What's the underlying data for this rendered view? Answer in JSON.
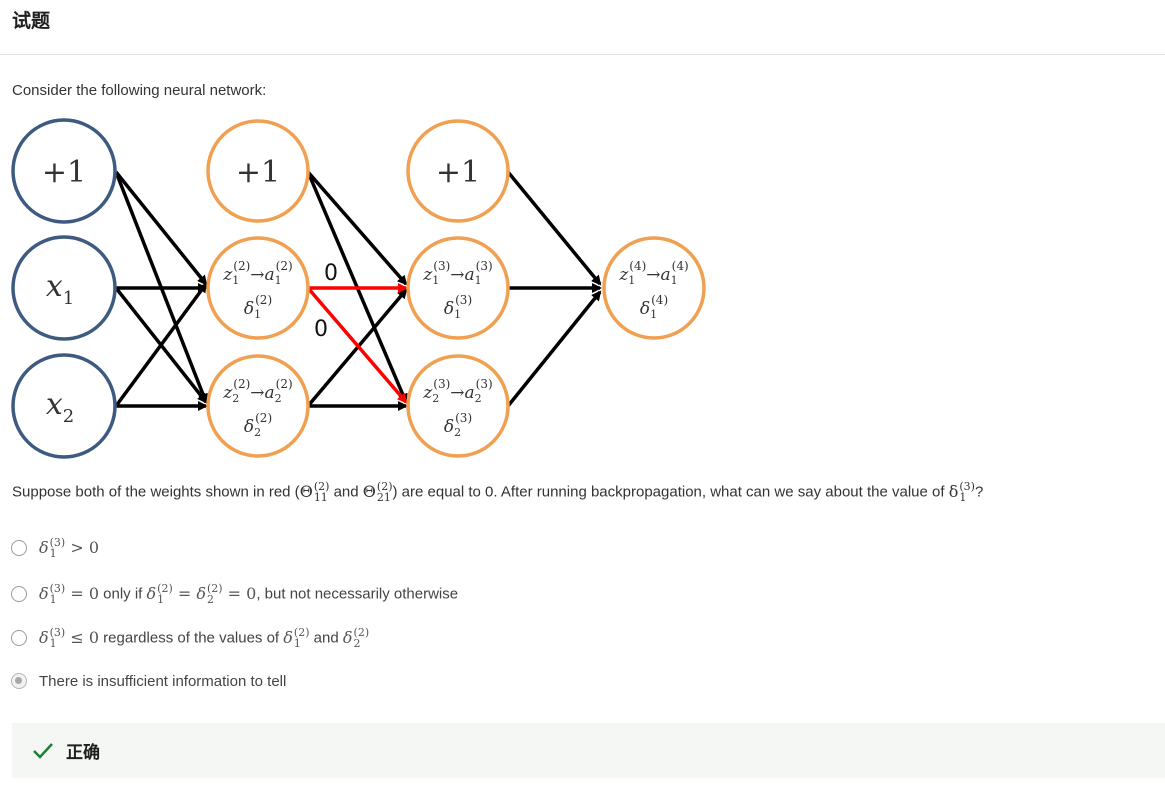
{
  "header": {
    "title": "试题"
  },
  "question": {
    "intro": "Consider the following neural network:",
    "text_before": "Suppose both of the weights shown in red (",
    "theta_a": "Θ",
    "theta_a_sup": "(2)",
    "theta_a_sub": "11",
    "and_word": " and ",
    "theta_b": "Θ",
    "theta_b_sup": "(2)",
    "theta_b_sub": "21",
    "text_after": ") are equal to 0. After running backpropagation, what can we say about the value of ",
    "delta": "δ",
    "delta_sup": "(3)",
    "delta_sub": "1",
    "question_mark": "?"
  },
  "network": {
    "bias_label": "+1",
    "input_labels": [
      "x",
      "x"
    ],
    "input_subs": [
      "1",
      "2"
    ],
    "hidden2": [
      {
        "z": "z",
        "sub": "1",
        "sup": "(2)",
        "arrow": "→",
        "a": "a",
        "d": "δ"
      },
      {
        "z": "z",
        "sub": "2",
        "sup": "(2)",
        "arrow": "→",
        "a": "a",
        "d": "δ"
      }
    ],
    "hidden3": [
      {
        "z": "z",
        "sub": "1",
        "sup": "(3)",
        "arrow": "→",
        "a": "a",
        "d": "δ"
      },
      {
        "z": "z",
        "sub": "2",
        "sup": "(3)",
        "arrow": "→",
        "a": "a",
        "d": "δ"
      }
    ],
    "output": {
      "z": "z",
      "sub": "1",
      "sup": "(4)",
      "arrow": "→",
      "a": "a",
      "d": "δ"
    },
    "red_weight_labels": [
      "0",
      "0"
    ],
    "colors": {
      "input_node": "#3d5a80",
      "hidden_node": "#f0a050",
      "edge": "#000000",
      "red_edge": "#ff0000"
    }
  },
  "options": [
    {
      "d": "δ",
      "sup": "(3)",
      "sub": "1",
      "rel": " > 0"
    },
    {
      "d": "δ",
      "sup": "(3)",
      "sub": "1",
      "rel": " = 0",
      "text1": " only if ",
      "d2": "δ",
      "sup2": "(2)",
      "sub2": "1",
      "eq": " = ",
      "d3": "δ",
      "sup3": "(2)",
      "sub3": "2",
      "eq2": " = 0",
      "text2": ", but not necessarily otherwise"
    },
    {
      "d": "δ",
      "sup": "(3)",
      "sub": "1",
      "rel": " ≤ 0",
      "text1": " regardless of the values of ",
      "d2": "δ",
      "sup2": "(2)",
      "sub2": "1",
      "and": " and ",
      "d3": "δ",
      "sup3": "(2)",
      "sub3": "2"
    },
    {
      "text": "There is insufficient information to tell",
      "selected": true
    }
  ],
  "feedback": {
    "label": "正确",
    "icon": "check-icon",
    "color": "#1a7f37"
  }
}
